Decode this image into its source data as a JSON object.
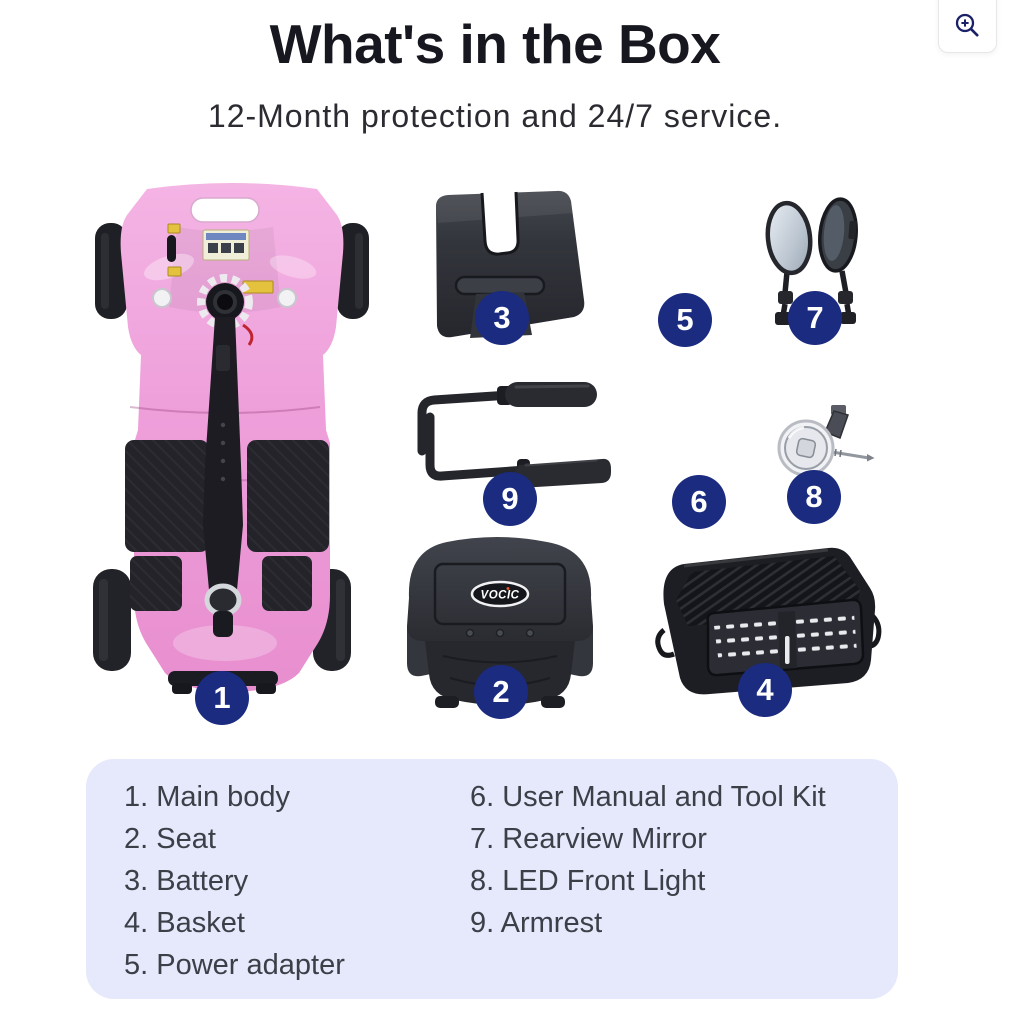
{
  "colors": {
    "accent_navy": "#1b2b80",
    "legend_bg": "#e6e8fb",
    "legend_text": "#3b3f47",
    "title_color": "#17171f",
    "subtitle_color": "#2b2b32",
    "scooter_pink": "#ee9fda"
  },
  "header": {
    "title": "What's in the Box",
    "subtitle": "12-Month protection and 24/7 service."
  },
  "zoom_button": {
    "icon": "magnifier-zoom-in"
  },
  "collage": {
    "badges": [
      "1",
      "2",
      "3",
      "4",
      "5",
      "6",
      "7",
      "8",
      "9"
    ],
    "seat_logo": "VOCIC"
  },
  "legend": {
    "left": [
      "1. Main body",
      "2. Seat",
      "3. Battery",
      "4. Basket",
      "5. Power adapter"
    ],
    "right": [
      "6. User Manual and Tool Kit",
      "7. Rearview Mirror",
      "8. LED Front Light",
      "9. Armrest"
    ]
  }
}
